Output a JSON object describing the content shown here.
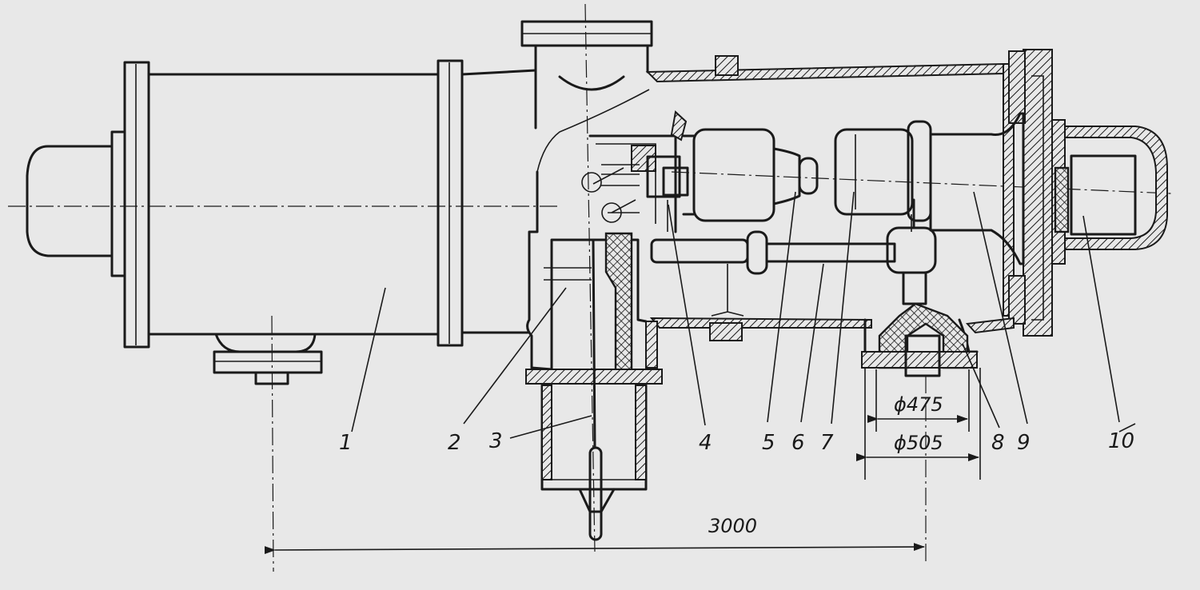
{
  "callouts": [
    "1",
    "2",
    "3",
    "4",
    "5",
    "6",
    "7",
    "8",
    "9",
    "10"
  ],
  "dimensions": {
    "length": "3000",
    "inner_diameter": "ϕ475",
    "outer_diameter": "ϕ505"
  },
  "colors": {
    "background": "#e8e8e8",
    "ink": "#1a1a1a"
  }
}
